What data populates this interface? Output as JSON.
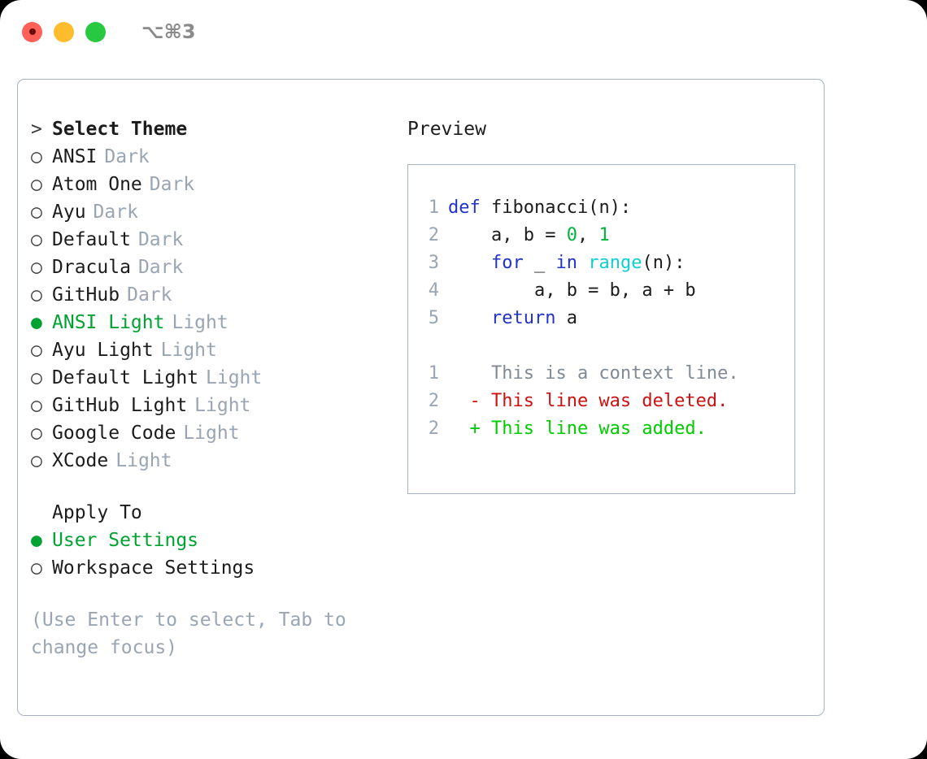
{
  "titlebar": {
    "shortcut": "⌥⌘3",
    "lights": [
      {
        "name": "close",
        "color": "#ff6058"
      },
      {
        "name": "minimize",
        "color": "#ffbd2e"
      },
      {
        "name": "maximize",
        "color": "#28c840"
      }
    ]
  },
  "theme_picker": {
    "header_marker": ">",
    "header": "Select Theme",
    "items": [
      {
        "marker": "○",
        "name": "ANSI",
        "variant": "Dark",
        "selected": false
      },
      {
        "marker": "○",
        "name": "Atom One",
        "variant": "Dark",
        "selected": false
      },
      {
        "marker": "○",
        "name": "Ayu",
        "variant": "Dark",
        "selected": false
      },
      {
        "marker": "○",
        "name": "Default",
        "variant": "Dark",
        "selected": false
      },
      {
        "marker": "○",
        "name": "Dracula",
        "variant": "Dark",
        "selected": false
      },
      {
        "marker": "○",
        "name": "GitHub",
        "variant": "Dark",
        "selected": false
      },
      {
        "marker": "●",
        "name": "ANSI Light",
        "variant": "Light",
        "selected": true
      },
      {
        "marker": "○",
        "name": "Ayu Light",
        "variant": "Light",
        "selected": false
      },
      {
        "marker": "○",
        "name": "Default Light",
        "variant": "Light",
        "selected": false
      },
      {
        "marker": "○",
        "name": "GitHub Light",
        "variant": "Light",
        "selected": false
      },
      {
        "marker": "○",
        "name": "Google Code",
        "variant": "Light",
        "selected": false
      },
      {
        "marker": "○",
        "name": "XCode",
        "variant": "Light",
        "selected": false
      }
    ]
  },
  "apply_to": {
    "header": "Apply To",
    "options": [
      {
        "marker": "●",
        "name": "User Settings",
        "selected": true
      },
      {
        "marker": "○",
        "name": "Workspace Settings",
        "selected": false
      }
    ]
  },
  "hint": "(Use Enter to select, Tab to change focus)",
  "preview": {
    "title": "Preview",
    "code_lines": [
      {
        "num": "1",
        "tokens": [
          {
            "t": "def",
            "c": "kw"
          },
          {
            "t": " fibonacci(n):",
            "c": "pl"
          }
        ]
      },
      {
        "num": "2",
        "tokens": [
          {
            "t": "    a, b = ",
            "c": "pl"
          },
          {
            "t": "0",
            "c": "num"
          },
          {
            "t": ", ",
            "c": "pl"
          },
          {
            "t": "1",
            "c": "num"
          }
        ]
      },
      {
        "num": "3",
        "tokens": [
          {
            "t": "    ",
            "c": "pl"
          },
          {
            "t": "for",
            "c": "kw"
          },
          {
            "t": " _ ",
            "c": "pl"
          },
          {
            "t": "in",
            "c": "kw"
          },
          {
            "t": " ",
            "c": "pl"
          },
          {
            "t": "range",
            "c": "fn"
          },
          {
            "t": "(n):",
            "c": "pl"
          }
        ]
      },
      {
        "num": "4",
        "tokens": [
          {
            "t": "        a, b = b, a + b",
            "c": "pl"
          }
        ]
      },
      {
        "num": "5",
        "tokens": [
          {
            "t": "    ",
            "c": "pl"
          },
          {
            "t": "return",
            "c": "kw"
          },
          {
            "t": " a",
            "c": "pl"
          }
        ]
      }
    ],
    "diff_lines": [
      {
        "num": "1",
        "sign": " ",
        "text": " This is a context line.",
        "kind": "ctx"
      },
      {
        "num": "2",
        "sign": "-",
        "text": " This line was deleted.",
        "kind": "del"
      },
      {
        "num": "2",
        "sign": "+",
        "text": " This line was added.",
        "kind": "add"
      }
    ]
  },
  "colors": {
    "accent_green": "#00a331",
    "muted": "#9aa5b4",
    "border": "#a7b2c0",
    "keyword_blue": "#2233cc",
    "function_cyan": "#0fcfcf",
    "number_green": "#00b33c",
    "diff_delete_red": "#cc1111",
    "diff_add_green": "#00cc00"
  }
}
